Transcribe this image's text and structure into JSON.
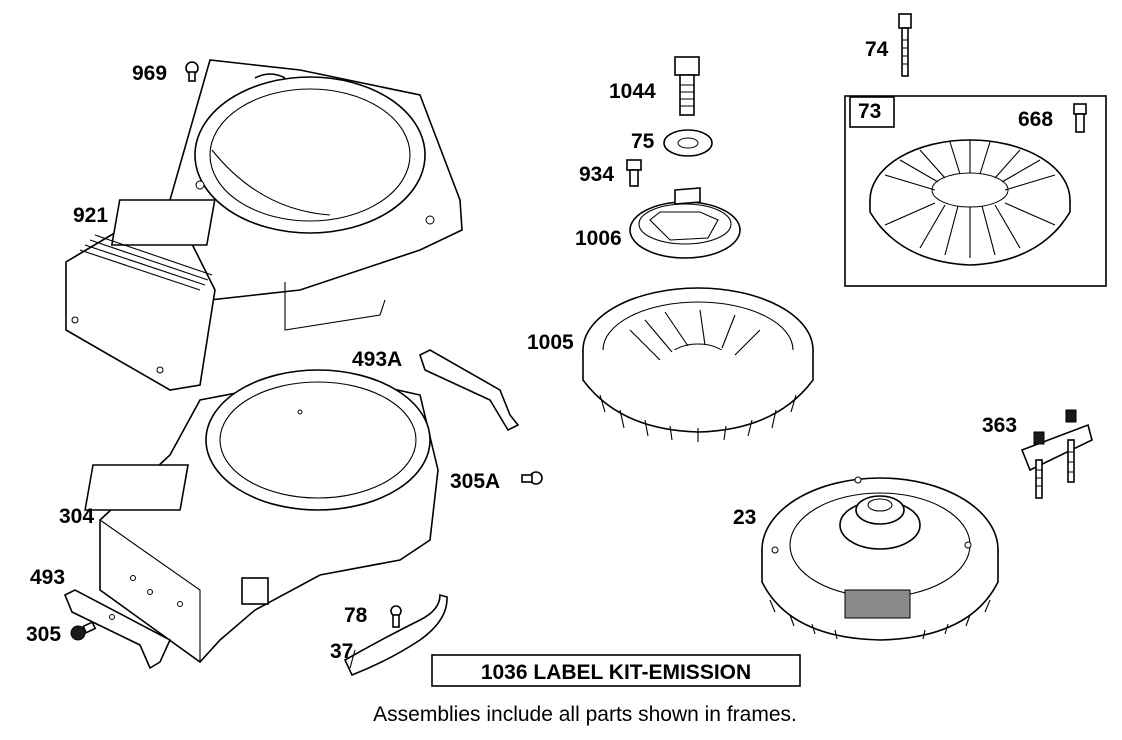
{
  "labels": {
    "p969": "969",
    "p921": "921",
    "p304": "304",
    "p493": "493",
    "p305": "305",
    "p493a": "493A",
    "p305a": "305A",
    "p78": "78",
    "p37": "37",
    "p1044": "1044",
    "p75": "75",
    "p934": "934",
    "p1006": "1006",
    "p1005": "1005",
    "p74": "74",
    "p73": "73",
    "p668": "668",
    "p363": "363",
    "p23": "23"
  },
  "kit_label": "1036 LABEL KIT-EMISSION",
  "caption": "Assemblies include all parts shown in frames."
}
